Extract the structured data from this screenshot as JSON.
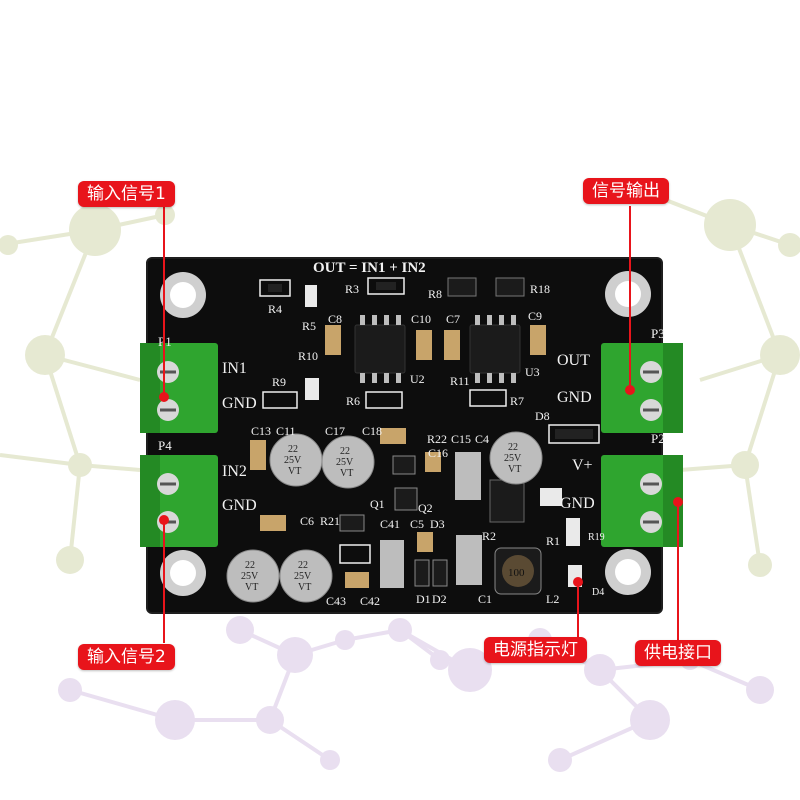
{
  "callouts": {
    "input_signal_1": "输入信号1",
    "signal_output": "信号输出",
    "input_signal_2": "输入信号2",
    "power_indicator": "电源指示灯",
    "power_interface": "供电接口"
  },
  "board": {
    "formula": "OUT = IN1 + IN2",
    "left_labels": {
      "in1": "IN1",
      "gnd1": "GND",
      "in2": "IN2",
      "gnd2": "GND"
    },
    "right_labels": {
      "out": "OUT",
      "gnd_out": "GND",
      "vplus": "V+",
      "gnd_pwr": "GND"
    },
    "ports": {
      "p1": "P1",
      "p2": "P2",
      "p3": "P3",
      "p4": "P4"
    },
    "designators": [
      "R3",
      "R8",
      "R18",
      "R4",
      "R5",
      "C8",
      "C10",
      "C7",
      "C9",
      "R10",
      "U2",
      "R11",
      "U3",
      "R9",
      "R6",
      "R7",
      "D8",
      "C13",
      "C11",
      "C17",
      "C18",
      "R22",
      "C15",
      "C4",
      "C16",
      "Q1",
      "C6",
      "R21",
      "C41",
      "C5",
      "D3",
      "Q2",
      "R2",
      "R1",
      "R19",
      "C42",
      "C43",
      "D1",
      "D2",
      "C1",
      "L2",
      "D4"
    ],
    "cap_marking": [
      "22",
      "25V",
      "VT"
    ],
    "inductor_marking": "100"
  },
  "colors": {
    "pcb": "#0d0d0d",
    "silkscreen": "#f2f2f2",
    "terminal": "#2fa52f",
    "callout": "#e8141b"
  }
}
